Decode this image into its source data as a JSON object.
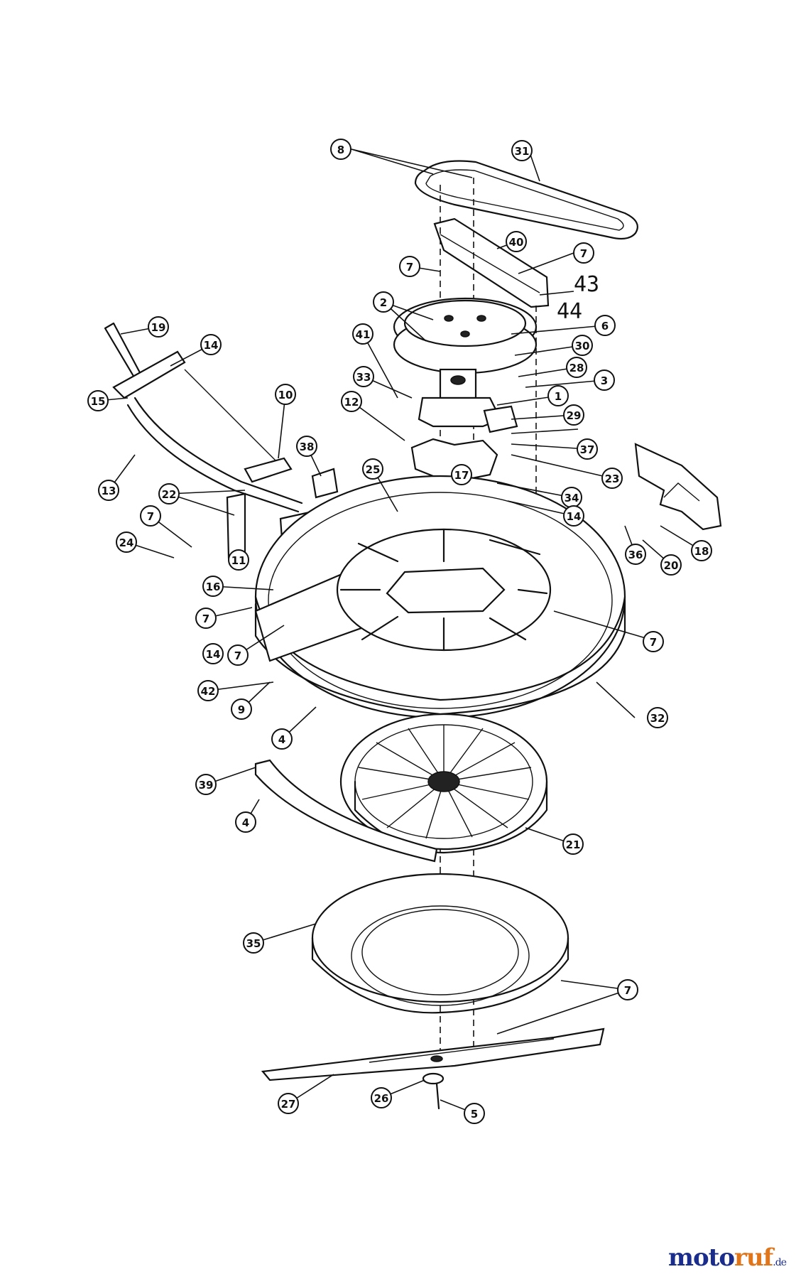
{
  "diagram": {
    "callouts": [
      "8",
      "31",
      "40",
      "7",
      "7",
      "43",
      "44",
      "2",
      "6",
      "41",
      "30",
      "28",
      "33",
      "3",
      "19",
      "14",
      "12",
      "1",
      "29",
      "15",
      "10",
      "37",
      "25",
      "17",
      "23",
      "38",
      "34",
      "14",
      "13",
      "22",
      "7",
      "18",
      "24",
      "11",
      "36",
      "20",
      "16",
      "7",
      "14",
      "7",
      "7",
      "42",
      "9",
      "32",
      "4",
      "39",
      "4",
      "21",
      "35",
      "7",
      "27",
      "26",
      "5"
    ]
  },
  "brand": {
    "part1": "moto",
    "part2": "ruf",
    "part3": ".de"
  }
}
